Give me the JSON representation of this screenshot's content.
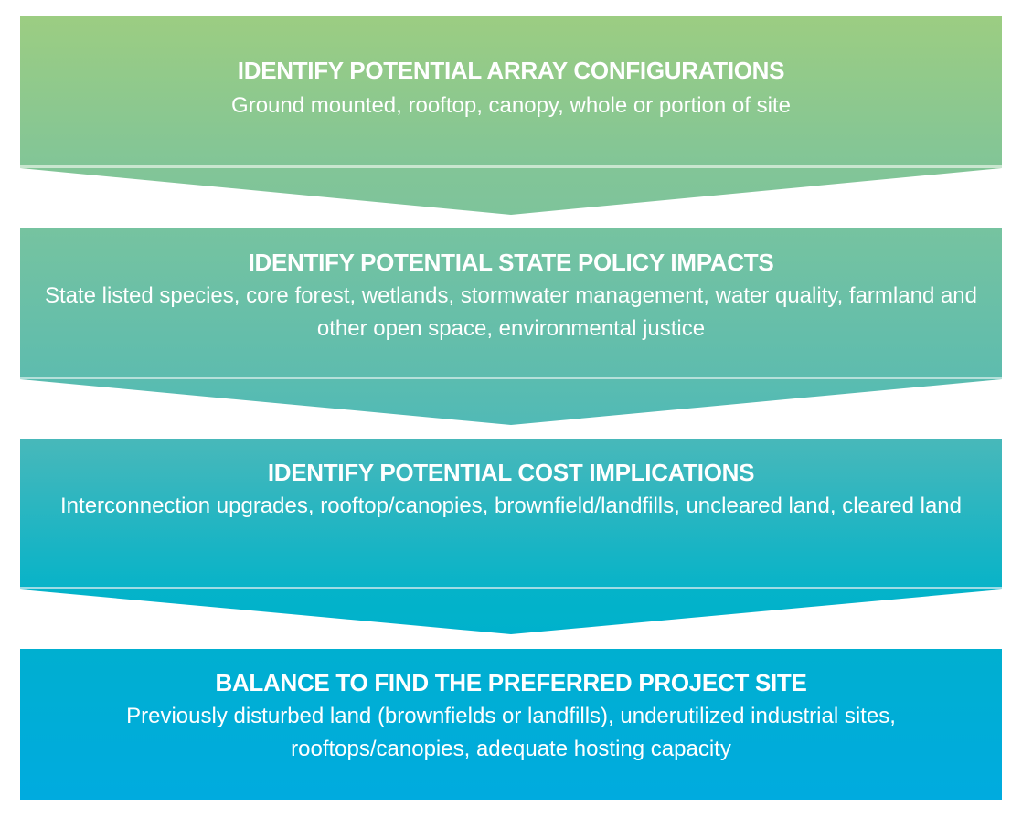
{
  "diagram": {
    "type": "process-flow",
    "direction": "top-to-bottom",
    "steps": [
      {
        "title": "IDENTIFY POTENTIAL ARRAY CONFIGURATIONS",
        "description": "Ground mounted, rooftop, canopy, whole or portion of site",
        "color_top": "#9ccd82",
        "color_bottom": "#80c498"
      },
      {
        "title": "IDENTIFY POTENTIAL STATE POLICY IMPACTS",
        "description": "State listed species, core forest, wetlands, stormwater management, water quality, farmland and other open space, environmental justice",
        "color_top": "#76c3a0",
        "color_bottom": "#52bbb4"
      },
      {
        "title": "IDENTIFY POTENTIAL COST IMPLICATIONS",
        "description": "Interconnection upgrades, rooftop/canopies, brownfield/landfills, uncleared land, cleared land",
        "color_top": "#48b8ba",
        "color_bottom": "#00b2ca"
      },
      {
        "title": "BALANCE TO FIND THE PREFERRED PROJECT SITE",
        "description": "Previously disturbed land (brownfields or landfills), underutilized industrial sites, rooftops/canopies, adequate hosting capacity",
        "color_top": "#00afd0",
        "color_bottom": "#00abdf"
      }
    ]
  }
}
